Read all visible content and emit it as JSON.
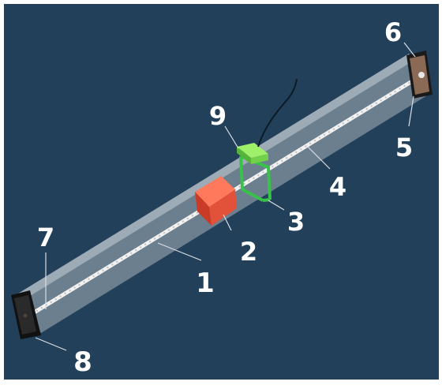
{
  "labels": {
    "l1": "1",
    "l2": "2",
    "l3": "3",
    "l4": "4",
    "l5": "5",
    "l6": "6",
    "l7": "7",
    "l8": "8",
    "l9": "9"
  },
  "colors": {
    "background": "#23405a",
    "tube": "#b9c3cb",
    "rod": "#f2f2f2",
    "block": "#e2513a",
    "frame": "#38c24a",
    "sensor": "#7fe04a",
    "cap": "#1a1a1a",
    "label": "#ffffff"
  }
}
